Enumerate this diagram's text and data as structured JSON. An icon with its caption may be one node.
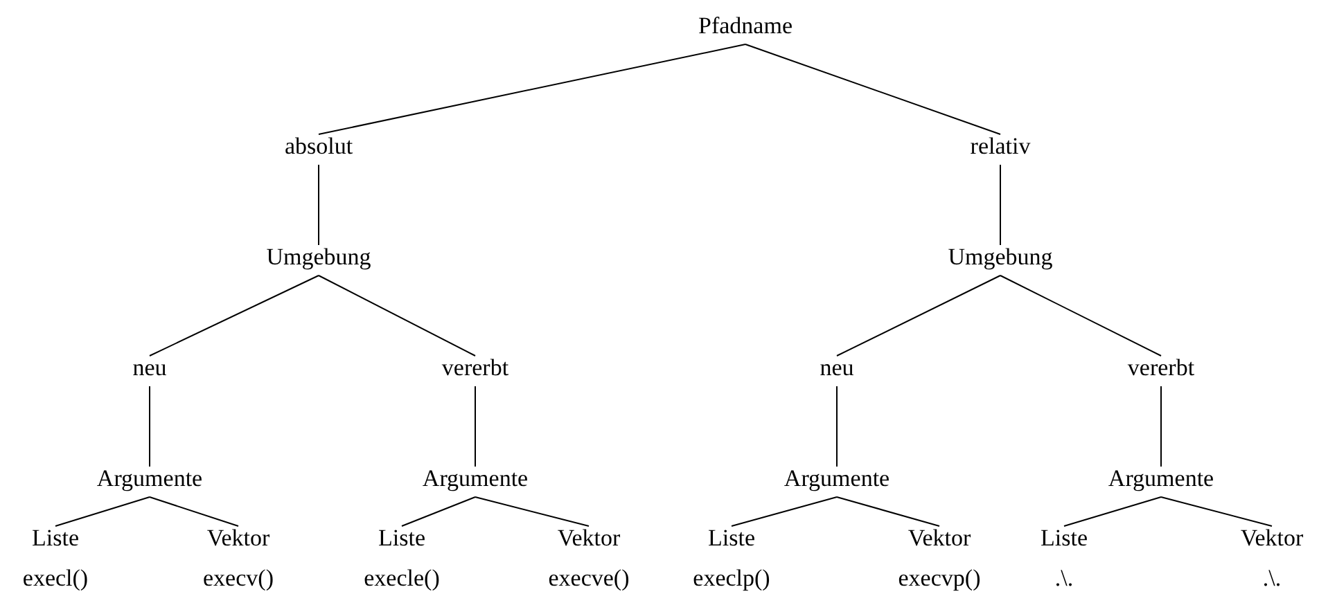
{
  "diagram": {
    "nodes": [
      {
        "text": [
          "Pfadname"
        ]
      },
      {
        "text": [
          "absolut"
        ]
      },
      {
        "text": [
          "Umgebung"
        ]
      },
      {
        "text": [
          "neu"
        ]
      },
      {
        "text": [
          "Argumente"
        ]
      },
      {
        "text": [
          "Liste",
          "execl()"
        ]
      },
      {
        "text": [
          "Vektor",
          "execv()"
        ]
      },
      {
        "text": [
          "vererbt"
        ]
      },
      {
        "text": [
          "Argumente"
        ]
      },
      {
        "text": [
          "Liste",
          "execle()"
        ]
      },
      {
        "text": [
          "Vektor",
          "execve()"
        ]
      },
      {
        "text": [
          "relativ"
        ]
      },
      {
        "text": [
          "Umgebung"
        ]
      },
      {
        "text": [
          "neu"
        ]
      },
      {
        "text": [
          "Argumente"
        ]
      },
      {
        "text": [
          "Liste",
          "execlp()"
        ]
      },
      {
        "text": [
          "Vektor",
          "execvp()"
        ]
      },
      {
        "text": [
          "vererbt"
        ]
      },
      {
        "text": [
          "Argumente"
        ]
      },
      {
        "text": [
          "Liste",
          ".\\."
        ]
      },
      {
        "text": [
          "Vektor",
          ".\\."
        ]
      }
    ],
    "edges": [
      {
        "from": 0,
        "to": 1,
        "arrow": "none"
      },
      {
        "from": 1,
        "to": 2,
        "arrow": "none"
      },
      {
        "from": 2,
        "to": 3,
        "arrow": "none"
      },
      {
        "from": 3,
        "to": 4,
        "arrow": "none"
      },
      {
        "from": 4,
        "to": 5,
        "arrow": "none"
      },
      {
        "from": 4,
        "to": 6,
        "arrow": "none"
      },
      {
        "from": 2,
        "to": 7,
        "arrow": "none"
      },
      {
        "from": 7,
        "to": 8,
        "arrow": "none"
      },
      {
        "from": 8,
        "to": 9,
        "arrow": "none"
      },
      {
        "from": 8,
        "to": 10,
        "arrow": "none"
      },
      {
        "from": 0,
        "to": 11,
        "arrow": "none"
      },
      {
        "from": 11,
        "to": 12,
        "arrow": "none"
      },
      {
        "from": 12,
        "to": 13,
        "arrow": "none"
      },
      {
        "from": 13,
        "to": 14,
        "arrow": "none"
      },
      {
        "from": 14,
        "to": 15,
        "arrow": "none"
      },
      {
        "from": 14,
        "to": 16,
        "arrow": "none"
      },
      {
        "from": 12,
        "to": 17,
        "arrow": "none"
      },
      {
        "from": 17,
        "to": 18,
        "arrow": "none"
      },
      {
        "from": 18,
        "to": 19,
        "arrow": "none"
      },
      {
        "from": 18,
        "to": 20,
        "arrow": "none"
      }
    ]
  }
}
